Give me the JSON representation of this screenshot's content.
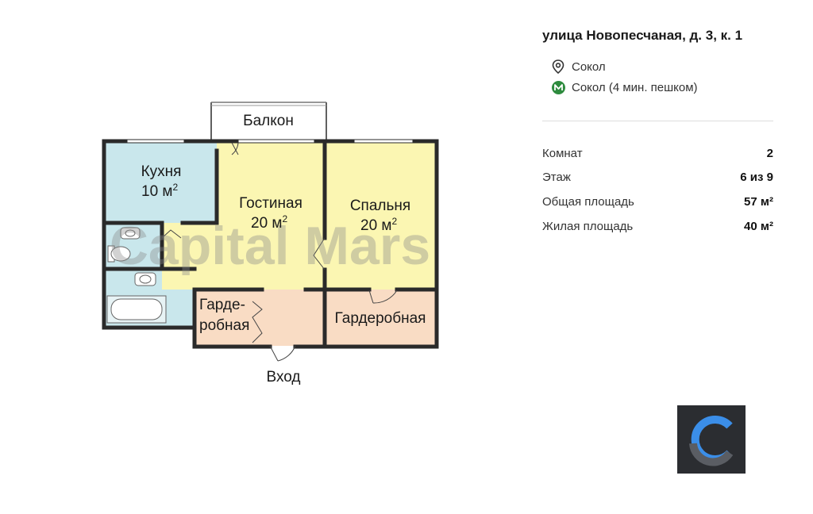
{
  "plan": {
    "rooms": {
      "balcony": "Балкон",
      "kitchen": {
        "name": "Кухня",
        "area": "10 м",
        "unit_exp": "2"
      },
      "living": {
        "name": "Гостиная",
        "area": "20 м",
        "unit_exp": "2"
      },
      "bedroom": {
        "name": "Спальня",
        "area": "20 м",
        "unit_exp": "2"
      },
      "wardrobe_small": {
        "line1": "Гарде-",
        "line2": "робная"
      },
      "wardrobe_large": "Гардеробная",
      "entrance": "Вход"
    },
    "watermark": "Capital Mars",
    "colors": {
      "kitchen": "#c9e7ec",
      "living": "#fbf6b2",
      "wardrobe": "#f9dcc4",
      "bath": "#c9e7ec",
      "wall": "#2a2a2a"
    }
  },
  "listing": {
    "address": "улица Новопесчаная, д. 3, к. 1",
    "district": {
      "icon": "location-pin-icon",
      "text": "Сокол"
    },
    "metro": {
      "icon": "metro-icon",
      "text": "Сокол (4 мин. пешком)",
      "color": "#2e8b3e"
    },
    "stats": [
      {
        "label": "Комнат",
        "value": "2"
      },
      {
        "label": "Этаж",
        "value": "6 из 9"
      },
      {
        "label": "Общая площадь",
        "value": "57 м²"
      },
      {
        "label": "Жилая площадь",
        "value": "40 м²"
      }
    ]
  },
  "logo": {
    "icon": "capital-mars-logo-icon",
    "accent": "#3b8ee8"
  }
}
